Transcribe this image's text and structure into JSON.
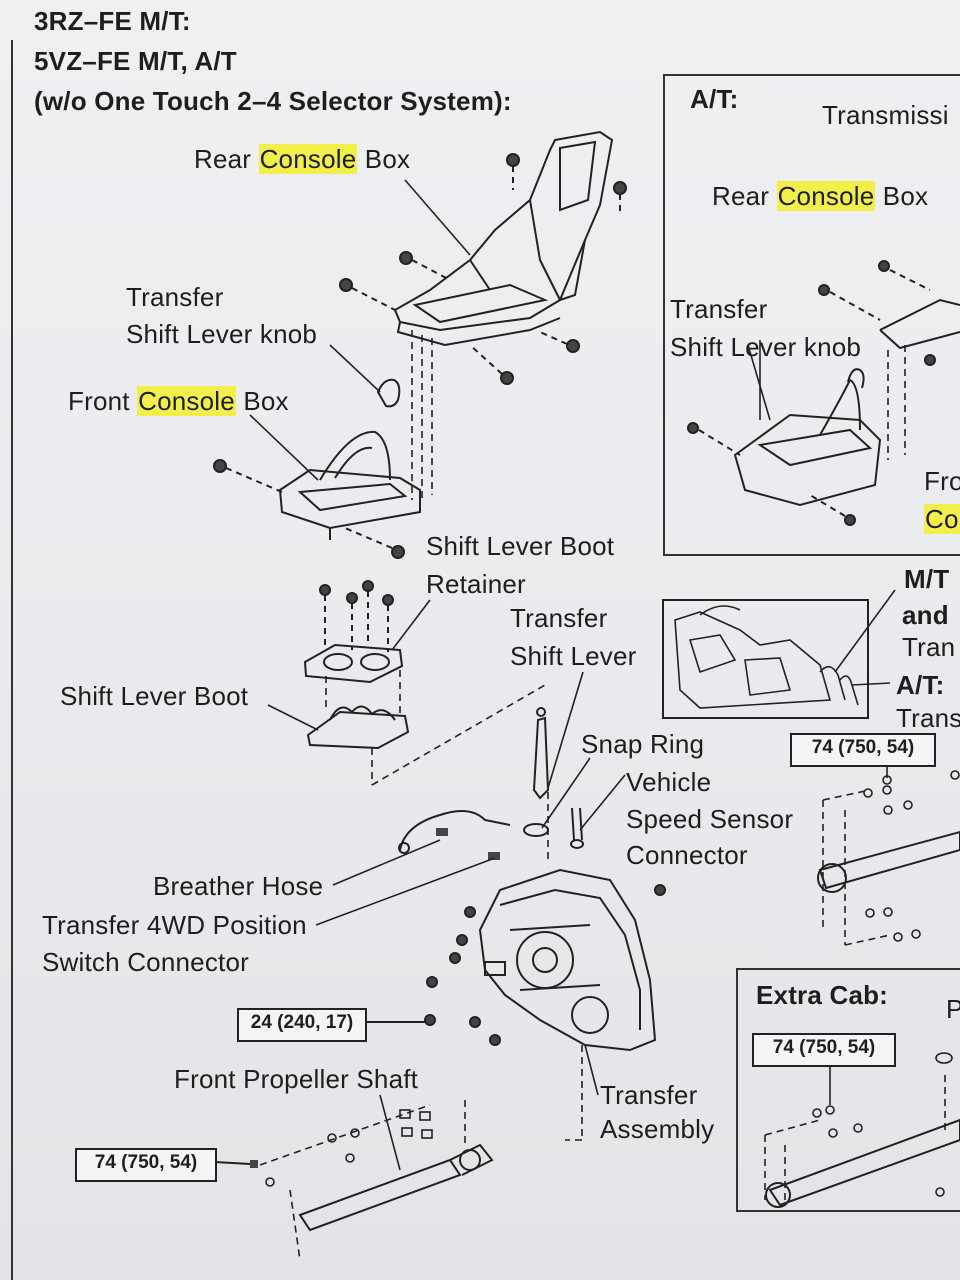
{
  "header": {
    "line1": "3RZ–FE M/T:",
    "line2": "5VZ–FE M/T, A/T",
    "line3": "(w/o One Touch 2–4 Selector System):"
  },
  "labels": {
    "rear_console_pre": "Rear ",
    "rear_console_hl": "Console",
    "rear_console_post": " Box",
    "transfer_knob_1": "Transfer",
    "transfer_knob_2": "Shift Lever knob",
    "front_console_pre": "Front ",
    "front_console_hl": "Console",
    "front_console_post": " Box",
    "boot_retainer_1": "Shift Lever Boot",
    "boot_retainer_2": "Retainer",
    "transfer_lever_1": "Transfer",
    "transfer_lever_2": "Shift Lever",
    "shift_lever_boot": "Shift Lever Boot",
    "snap_ring": "Snap Ring",
    "vss_1": "Vehicle",
    "vss_2": "Speed Sensor",
    "vss_3": "Connector",
    "breather_hose": "Breather Hose",
    "switch_1": "Transfer 4WD Position",
    "switch_2": "Switch Connector",
    "front_prop": "Front Propeller Shaft",
    "transfer_asm_1": "Transfer",
    "transfer_asm_2": "Assembly"
  },
  "at_panel": {
    "title": "A/T:",
    "transmission_cut": "Transmissi",
    "rear_console_pre": "Rear ",
    "rear_console_hl": "Console",
    "rear_console_post": " Box",
    "knob_1": "Transfer",
    "knob_2": "Shift Lever knob",
    "fro_cut": "Fro",
    "co_cut": "Co"
  },
  "side": {
    "mt": "M/T",
    "and": "and",
    "tran": "Tran",
    "at": "A/T:",
    "trans": "Trans"
  },
  "extra_cab": {
    "title": "Extra Cab:",
    "p_cut": "P"
  },
  "torque": {
    "t1": "74 (750, 54)",
    "t2": "24 (240, 17)",
    "t3": "74 (750, 54)",
    "t4": "74 (750, 54)"
  },
  "colors": {
    "highlight": "#f2ee4a",
    "ink": "#1e1e1e",
    "paper": "#eef0f2"
  }
}
